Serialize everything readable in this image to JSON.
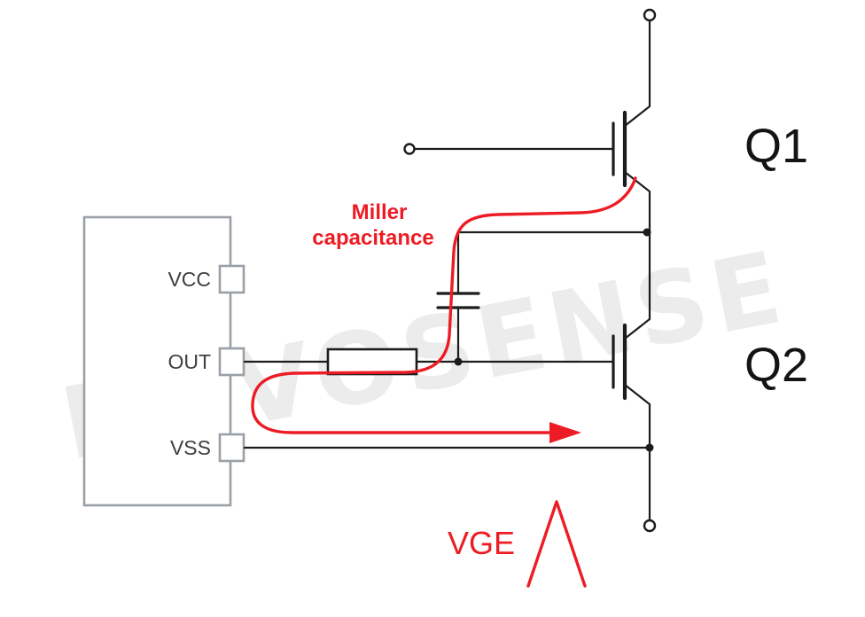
{
  "diagram": {
    "watermark": "NOVOSENSE",
    "ic": {
      "pins": [
        {
          "label": "VCC"
        },
        {
          "label": "OUT"
        },
        {
          "label": "VSS"
        }
      ]
    },
    "transistors": [
      {
        "label": "Q1"
      },
      {
        "label": "Q2"
      }
    ],
    "annotations": {
      "miller_line1": "Miller",
      "miller_line2": "capacitance",
      "vge": "VGE"
    },
    "colors": {
      "wire": "#1c1c1c",
      "highlight_red": "#ed1c24",
      "ic_outline": "#9aa0a6",
      "watermark": "#ececec",
      "background": "#ffffff"
    }
  }
}
